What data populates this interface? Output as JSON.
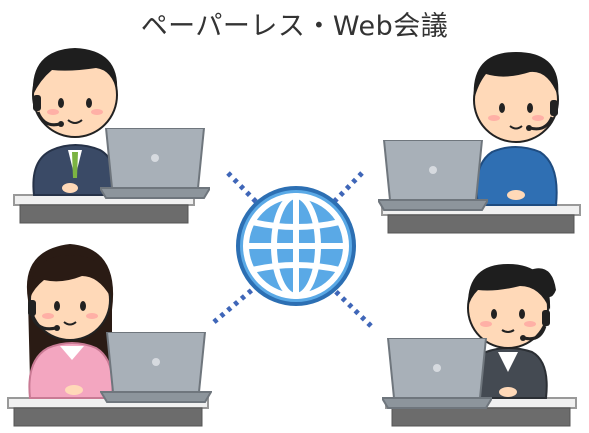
{
  "title": "ペーパーレス・Web会議",
  "illustration": {
    "participants": [
      {
        "role": "man-in-suit",
        "headset": true,
        "device": "laptop"
      },
      {
        "role": "man-in-sweater",
        "headset": true,
        "device": "laptop"
      },
      {
        "role": "woman-in-pink-sweater",
        "headset": true,
        "device": "laptop"
      },
      {
        "role": "woman-in-jacket",
        "headset": true,
        "device": "laptop"
      }
    ],
    "hub_icon": "globe-icon",
    "connection_style": "dotted",
    "colors": {
      "globe": "#5aa9e6",
      "connection": "#3f66b8",
      "laptop": "#a8b0b8",
      "desk": "#dcdcdc"
    }
  }
}
